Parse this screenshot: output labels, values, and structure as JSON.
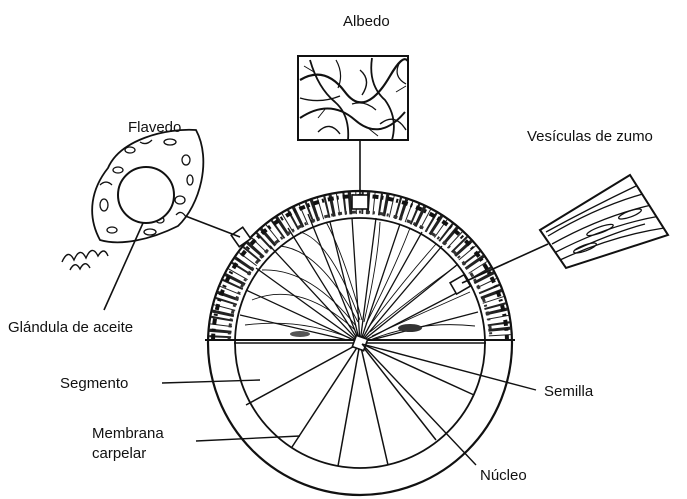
{
  "labels": {
    "albedo": "Albedo",
    "flavedo": "Flavedo",
    "vesiculas": "Vesículas de zumo",
    "glandula": "Glándula de aceite",
    "segmento": "Segmento",
    "membrana_1": "Membrana",
    "membrana_2": "carpelar",
    "semilla": "Semilla",
    "nucleo": "Núcleo"
  }
}
